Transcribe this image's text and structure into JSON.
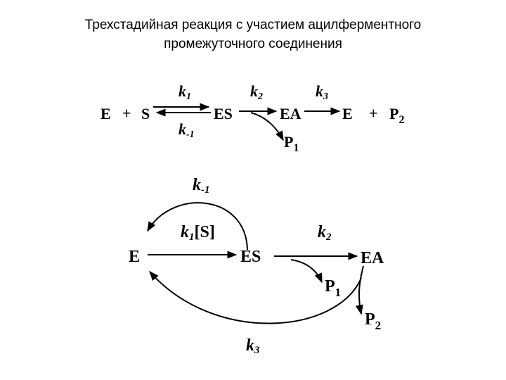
{
  "title_line1": "Трехстадийная реакция с участием ацилферментного",
  "title_line2": "промежуточного соединения",
  "scheme1": {
    "E": "E",
    "plus": "+",
    "S": "S",
    "ES": "ES",
    "EA": "EA",
    "E2": "E",
    "plus2": "+",
    "P": "P",
    "P2_sub": "2",
    "P1_sub": "1",
    "k": "k",
    "k1_sub": "1",
    "km1_sub": "-1",
    "k2_sub": "2",
    "k3_sub": "3"
  },
  "scheme2": {
    "E": "E",
    "ES": "ES",
    "EA": "EA",
    "P": "P",
    "P1_sub": "1",
    "P2_sub": "2",
    "k": "k",
    "km1_sub": "-1",
    "k1_sub": "1",
    "S_conc": "[S]",
    "k2_sub": "2",
    "k3_sub": "3"
  },
  "colors": {
    "text": "#000000",
    "background": "#ffffff"
  }
}
